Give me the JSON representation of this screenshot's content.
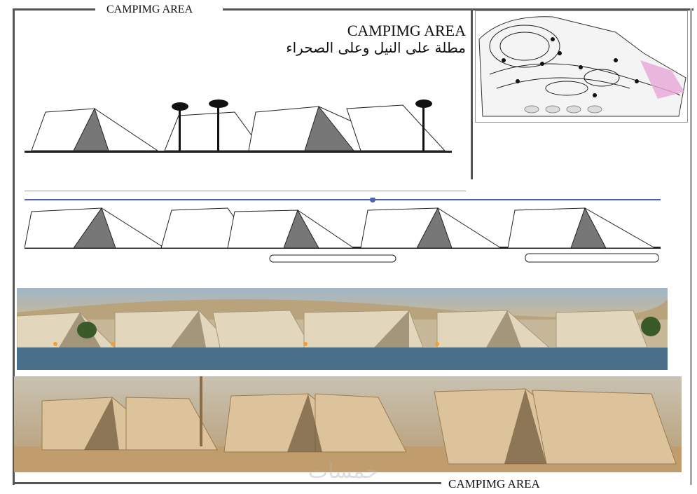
{
  "sheet": {
    "top_label": "CAMPIMG AREA",
    "title": "CAMPIMG AREA",
    "subtitle_ar": "مطلة على النيل وعلى الصحراء",
    "bottom_label": "CAMPIMG AREA",
    "watermark": "خمسات"
  },
  "colors": {
    "frame": "#555555",
    "sand": "#d8c3a0",
    "water": "#4a6f8a",
    "sky": "#9fb6c8",
    "highlight": "#e8a6d8"
  }
}
